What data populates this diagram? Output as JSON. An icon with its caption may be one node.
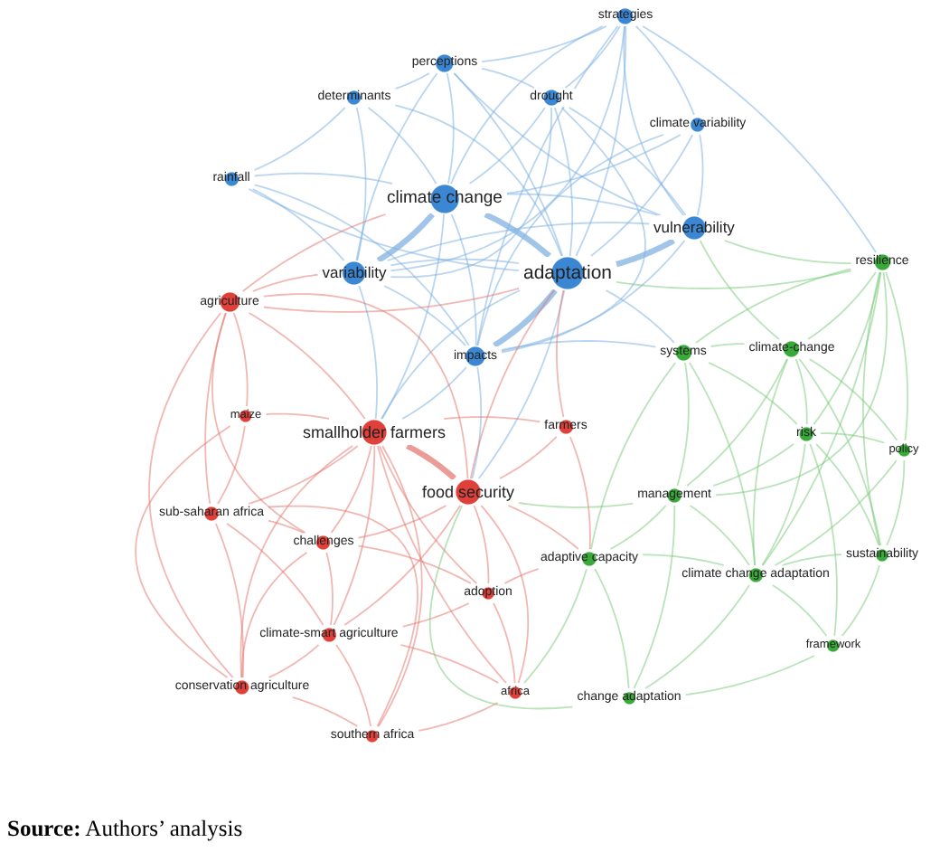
{
  "diagram": {
    "nodes": [
      {
        "text": [
          "strategies"
        ]
      },
      {
        "text": [
          "perceptions"
        ]
      },
      {
        "text": [
          "determinants"
        ]
      },
      {
        "text": [
          "drought"
        ]
      },
      {
        "text": [
          "climate variability"
        ]
      },
      {
        "text": [
          "rainfall"
        ]
      },
      {
        "text": [
          "climate change"
        ]
      },
      {
        "text": [
          "vulnerability"
        ]
      },
      {
        "text": [
          "resilience"
        ]
      },
      {
        "text": [
          "variability"
        ]
      },
      {
        "text": [
          "adaptation"
        ]
      },
      {
        "text": [
          "agriculture"
        ]
      },
      {
        "text": [
          "systems"
        ]
      },
      {
        "text": [
          "climate-change"
        ]
      },
      {
        "text": [
          "impacts"
        ]
      },
      {
        "text": [
          "maize"
        ]
      },
      {
        "text": [
          "farmers"
        ]
      },
      {
        "text": [
          "smallholder farmers"
        ]
      },
      {
        "text": [
          "risk"
        ]
      },
      {
        "text": [
          "policy"
        ]
      },
      {
        "text": [
          "food security"
        ]
      },
      {
        "text": [
          "management"
        ]
      },
      {
        "text": [
          "sub-saharan africa"
        ]
      },
      {
        "text": [
          "challenges"
        ]
      },
      {
        "text": [
          "sustainability"
        ]
      },
      {
        "text": [
          "adaptive capacity"
        ]
      },
      {
        "text": [
          "climate change adaptation"
        ]
      },
      {
        "text": [
          "adoption"
        ]
      },
      {
        "text": [
          "climate-smart agriculture"
        ]
      },
      {
        "text": [
          "framework"
        ]
      },
      {
        "text": [
          "conservation agriculture"
        ]
      },
      {
        "text": [
          "africa"
        ]
      },
      {
        "text": [
          "change adaptation"
        ]
      },
      {
        "text": [
          "southern africa"
        ]
      }
    ],
    "edges": [
      {
        "from": 0,
        "to": 10,
        "arrow": "none"
      },
      {
        "from": 0,
        "to": 6,
        "arrow": "none"
      },
      {
        "from": 0,
        "to": 3,
        "arrow": "none"
      },
      {
        "from": 0,
        "to": 7,
        "arrow": "none"
      },
      {
        "from": 0,
        "to": 1,
        "arrow": "none"
      },
      {
        "from": 0,
        "to": 4,
        "arrow": "none"
      },
      {
        "from": 0,
        "to": 14,
        "arrow": "none"
      },
      {
        "from": 0,
        "to": 9,
        "arrow": "none"
      },
      {
        "from": 0,
        "to": 8,
        "arrow": "none"
      },
      {
        "from": 1,
        "to": 6,
        "arrow": "none"
      },
      {
        "from": 1,
        "to": 10,
        "arrow": "none"
      },
      {
        "from": 1,
        "to": 2,
        "arrow": "none"
      },
      {
        "from": 1,
        "to": 3,
        "arrow": "none"
      },
      {
        "from": 1,
        "to": 9,
        "arrow": "none"
      },
      {
        "from": 1,
        "to": 7,
        "arrow": "none"
      },
      {
        "from": 2,
        "to": 6,
        "arrow": "none"
      },
      {
        "from": 2,
        "to": 10,
        "arrow": "none"
      },
      {
        "from": 2,
        "to": 5,
        "arrow": "none"
      },
      {
        "from": 2,
        "to": 9,
        "arrow": "none"
      },
      {
        "from": 3,
        "to": 10,
        "arrow": "none"
      },
      {
        "from": 3,
        "to": 6,
        "arrow": "none"
      },
      {
        "from": 3,
        "to": 7,
        "arrow": "none"
      },
      {
        "from": 3,
        "to": 14,
        "arrow": "none"
      },
      {
        "from": 3,
        "to": 9,
        "arrow": "none"
      },
      {
        "from": 4,
        "to": 7,
        "arrow": "none"
      },
      {
        "from": 4,
        "to": 10,
        "arrow": "none"
      },
      {
        "from": 4,
        "to": 6,
        "arrow": "none"
      },
      {
        "from": 4,
        "to": 14,
        "arrow": "none"
      },
      {
        "from": 5,
        "to": 9,
        "arrow": "none"
      },
      {
        "from": 5,
        "to": 6,
        "arrow": "none"
      },
      {
        "from": 5,
        "to": 10,
        "arrow": "none"
      },
      {
        "from": 5,
        "to": 14,
        "arrow": "none"
      },
      {
        "from": 6,
        "to": 10,
        "arrow": "none",
        "style": "thick"
      },
      {
        "from": 6,
        "to": 9,
        "arrow": "none",
        "style": "thick"
      },
      {
        "from": 6,
        "to": 14,
        "arrow": "none"
      },
      {
        "from": 6,
        "to": 7,
        "arrow": "none"
      },
      {
        "from": 6,
        "to": 17,
        "arrow": "none"
      },
      {
        "from": 7,
        "to": 10,
        "arrow": "none",
        "style": "thick"
      },
      {
        "from": 7,
        "to": 14,
        "arrow": "none"
      },
      {
        "from": 7,
        "to": 9,
        "arrow": "none"
      },
      {
        "from": 9,
        "to": 10,
        "arrow": "none"
      },
      {
        "from": 9,
        "to": 14,
        "arrow": "none"
      },
      {
        "from": 9,
        "to": 17,
        "arrow": "none"
      },
      {
        "from": 10,
        "to": 14,
        "arrow": "none",
        "style": "thick"
      },
      {
        "from": 10,
        "to": 17,
        "arrow": "none"
      },
      {
        "from": 10,
        "to": 20,
        "arrow": "none"
      },
      {
        "from": 10,
        "to": 12,
        "arrow": "none"
      },
      {
        "from": 14,
        "to": 20,
        "arrow": "none"
      },
      {
        "from": 14,
        "to": 17,
        "arrow": "none"
      },
      {
        "from": 14,
        "to": 12,
        "arrow": "none"
      },
      {
        "from": 11,
        "to": 17,
        "arrow": "none",
        "color": "#e57b73"
      },
      {
        "from": 11,
        "to": 15,
        "arrow": "none",
        "color": "#e57b73"
      },
      {
        "from": 11,
        "to": 22,
        "arrow": "none",
        "color": "#e57b73"
      },
      {
        "from": 11,
        "to": 9,
        "arrow": "none",
        "color": "#e57b73"
      },
      {
        "from": 11,
        "to": 20,
        "arrow": "none",
        "color": "#e57b73"
      },
      {
        "from": 11,
        "to": 23,
        "arrow": "none",
        "color": "#e57b73"
      },
      {
        "from": 11,
        "to": 30,
        "arrow": "none",
        "color": "#e57b73"
      },
      {
        "from": 11,
        "to": 10,
        "arrow": "none",
        "color": "#e57b73"
      },
      {
        "from": 11,
        "to": 6,
        "arrow": "none",
        "color": "#e57b73"
      },
      {
        "from": 15,
        "to": 17,
        "arrow": "none",
        "color": "#e57b73"
      },
      {
        "from": 15,
        "to": 22,
        "arrow": "none",
        "color": "#e57b73"
      },
      {
        "from": 15,
        "to": 30,
        "arrow": "none",
        "color": "#e57b73"
      },
      {
        "from": 17,
        "to": 20,
        "arrow": "none",
        "color": "#e57b73",
        "style": "thick"
      },
      {
        "from": 17,
        "to": 22,
        "arrow": "none",
        "color": "#e57b73"
      },
      {
        "from": 17,
        "to": 23,
        "arrow": "none",
        "color": "#e57b73"
      },
      {
        "from": 17,
        "to": 28,
        "arrow": "none",
        "color": "#e57b73"
      },
      {
        "from": 17,
        "to": 30,
        "arrow": "none",
        "color": "#e57b73"
      },
      {
        "from": 17,
        "to": 27,
        "arrow": "none",
        "color": "#e57b73"
      },
      {
        "from": 17,
        "to": 16,
        "arrow": "none",
        "color": "#e57b73"
      },
      {
        "from": 17,
        "to": 31,
        "arrow": "none",
        "color": "#e57b73"
      },
      {
        "from": 17,
        "to": 33,
        "arrow": "none",
        "color": "#e57b73"
      },
      {
        "from": 16,
        "to": 20,
        "arrow": "none",
        "color": "#e57b73"
      },
      {
        "from": 16,
        "to": 10,
        "arrow": "none",
        "color": "#e57b73"
      },
      {
        "from": 16,
        "to": 25,
        "arrow": "none",
        "color": "#e57b73"
      },
      {
        "from": 20,
        "to": 23,
        "arrow": "none",
        "color": "#e57b73"
      },
      {
        "from": 20,
        "to": 27,
        "arrow": "none",
        "color": "#e57b73"
      },
      {
        "from": 20,
        "to": 31,
        "arrow": "none",
        "color": "#e57b73"
      },
      {
        "from": 20,
        "to": 28,
        "arrow": "none",
        "color": "#e57b73"
      },
      {
        "from": 20,
        "to": 25,
        "arrow": "none",
        "color": "#e57b73"
      },
      {
        "from": 20,
        "to": 10,
        "arrow": "none",
        "color": "#e57b73"
      },
      {
        "from": 22,
        "to": 30,
        "arrow": "none",
        "color": "#e57b73"
      },
      {
        "from": 22,
        "to": 23,
        "arrow": "none",
        "color": "#e57b73"
      },
      {
        "from": 22,
        "to": 28,
        "arrow": "none",
        "color": "#e57b73"
      },
      {
        "from": 22,
        "to": 33,
        "arrow": "none",
        "color": "#e57b73"
      },
      {
        "from": 23,
        "to": 28,
        "arrow": "none",
        "color": "#e57b73"
      },
      {
        "from": 23,
        "to": 30,
        "arrow": "none",
        "color": "#e57b73"
      },
      {
        "from": 23,
        "to": 27,
        "arrow": "none",
        "color": "#e57b73"
      },
      {
        "from": 27,
        "to": 31,
        "arrow": "none",
        "color": "#e57b73"
      },
      {
        "from": 27,
        "to": 28,
        "arrow": "none",
        "color": "#e57b73"
      },
      {
        "from": 27,
        "to": 25,
        "arrow": "none",
        "color": "#e57b73"
      },
      {
        "from": 28,
        "to": 30,
        "arrow": "none",
        "color": "#e57b73"
      },
      {
        "from": 28,
        "to": 33,
        "arrow": "none",
        "color": "#e57b73"
      },
      {
        "from": 28,
        "to": 31,
        "arrow": "none",
        "color": "#e57b73"
      },
      {
        "from": 30,
        "to": 33,
        "arrow": "none",
        "color": "#e57b73"
      },
      {
        "from": 31,
        "to": 33,
        "arrow": "none",
        "color": "#e57b73"
      },
      {
        "from": 8,
        "to": 13,
        "arrow": "none",
        "color": "#7fcc7f"
      },
      {
        "from": 8,
        "to": 18,
        "arrow": "none",
        "color": "#7fcc7f"
      },
      {
        "from": 8,
        "to": 19,
        "arrow": "none",
        "color": "#7fcc7f"
      },
      {
        "from": 8,
        "to": 24,
        "arrow": "none",
        "color": "#7fcc7f"
      },
      {
        "from": 8,
        "to": 12,
        "arrow": "none",
        "color": "#7fcc7f"
      },
      {
        "from": 8,
        "to": 7,
        "arrow": "none",
        "color": "#7fcc7f"
      },
      {
        "from": 8,
        "to": 10,
        "arrow": "none",
        "color": "#7fcc7f"
      },
      {
        "from": 8,
        "to": 21,
        "arrow": "none",
        "color": "#7fcc7f"
      },
      {
        "from": 8,
        "to": 26,
        "arrow": "none",
        "color": "#7fcc7f"
      },
      {
        "from": 12,
        "to": 13,
        "arrow": "none",
        "color": "#7fcc7f"
      },
      {
        "from": 12,
        "to": 21,
        "arrow": "none",
        "color": "#7fcc7f"
      },
      {
        "from": 12,
        "to": 18,
        "arrow": "none",
        "color": "#7fcc7f"
      },
      {
        "from": 12,
        "to": 25,
        "arrow": "none",
        "color": "#7fcc7f"
      },
      {
        "from": 12,
        "to": 26,
        "arrow": "none",
        "color": "#7fcc7f"
      },
      {
        "from": 13,
        "to": 18,
        "arrow": "none",
        "color": "#7fcc7f"
      },
      {
        "from": 13,
        "to": 19,
        "arrow": "none",
        "color": "#7fcc7f"
      },
      {
        "from": 13,
        "to": 21,
        "arrow": "none",
        "color": "#7fcc7f"
      },
      {
        "from": 13,
        "to": 26,
        "arrow": "none",
        "color": "#7fcc7f"
      },
      {
        "from": 13,
        "to": 24,
        "arrow": "none",
        "color": "#7fcc7f"
      },
      {
        "from": 13,
        "to": 7,
        "arrow": "none",
        "color": "#7fcc7f"
      },
      {
        "from": 18,
        "to": 19,
        "arrow": "none",
        "color": "#7fcc7f"
      },
      {
        "from": 18,
        "to": 26,
        "arrow": "none",
        "color": "#7fcc7f"
      },
      {
        "from": 18,
        "to": 24,
        "arrow": "none",
        "color": "#7fcc7f"
      },
      {
        "from": 18,
        "to": 21,
        "arrow": "none",
        "color": "#7fcc7f"
      },
      {
        "from": 18,
        "to": 29,
        "arrow": "none",
        "color": "#7fcc7f"
      },
      {
        "from": 19,
        "to": 24,
        "arrow": "none",
        "color": "#7fcc7f"
      },
      {
        "from": 19,
        "to": 26,
        "arrow": "none",
        "color": "#7fcc7f"
      },
      {
        "from": 21,
        "to": 25,
        "arrow": "none",
        "color": "#7fcc7f"
      },
      {
        "from": 21,
        "to": 26,
        "arrow": "none",
        "color": "#7fcc7f"
      },
      {
        "from": 21,
        "to": 32,
        "arrow": "none",
        "color": "#7fcc7f"
      },
      {
        "from": 21,
        "to": 20,
        "arrow": "none",
        "color": "#7fcc7f"
      },
      {
        "from": 25,
        "to": 32,
        "arrow": "none",
        "color": "#7fcc7f"
      },
      {
        "from": 25,
        "to": 26,
        "arrow": "none",
        "color": "#7fcc7f"
      },
      {
        "from": 25,
        "to": 31,
        "arrow": "none",
        "color": "#7fcc7f"
      },
      {
        "from": 26,
        "to": 24,
        "arrow": "none",
        "color": "#7fcc7f"
      },
      {
        "from": 26,
        "to": 29,
        "arrow": "none",
        "color": "#7fcc7f"
      },
      {
        "from": 26,
        "to": 32,
        "arrow": "none",
        "color": "#7fcc7f"
      },
      {
        "from": 24,
        "to": 29,
        "arrow": "none",
        "color": "#7fcc7f"
      },
      {
        "from": 29,
        "to": 32,
        "arrow": "none",
        "color": "#7fcc7f"
      },
      {
        "from": 32,
        "to": 20,
        "arrow": "none",
        "color": "#7fcc7f"
      }
    ],
    "caption": "**Source:** Authors’ analysis"
  }
}
